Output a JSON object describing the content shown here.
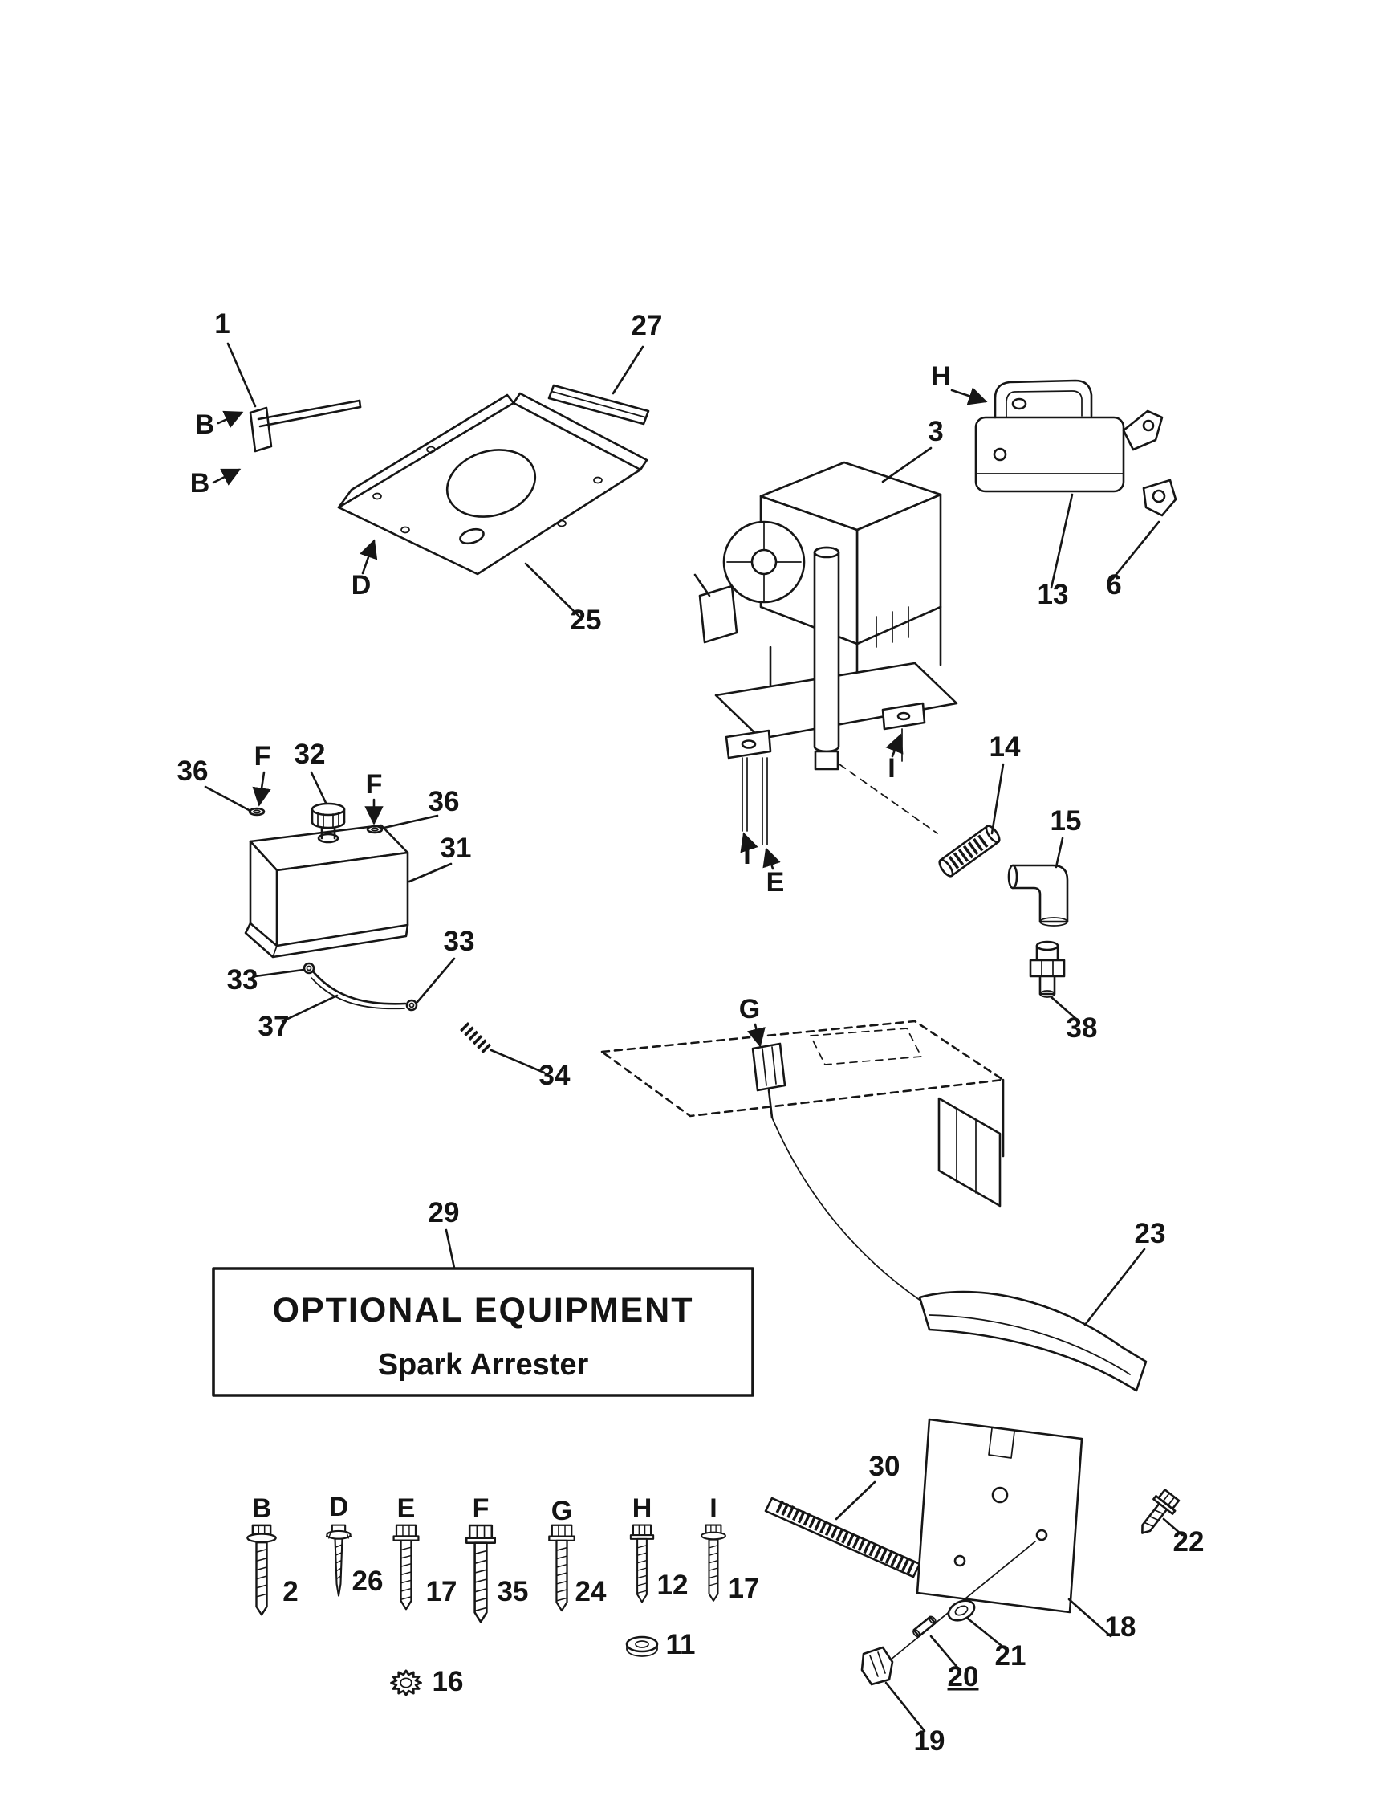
{
  "colors": {
    "ink": "#141414",
    "paper": "#ffffff"
  },
  "optional_box": {
    "title": "OPTIONAL EQUIPMENT",
    "subtitle": "Spark Arrester"
  },
  "callouts": {
    "part_1": "1",
    "part_27": "27",
    "part_3": "3",
    "part_13": "13",
    "part_6": "6",
    "part_25": "25",
    "part_14": "14",
    "part_15": "15",
    "part_38": "38",
    "part_36_left": "36",
    "part_36_right": "36",
    "part_32": "32",
    "part_31": "31",
    "part_33_left": "33",
    "part_33_right": "33",
    "part_37": "37",
    "part_34": "34",
    "part_29": "29",
    "part_23": "23",
    "part_30": "30",
    "part_22": "22",
    "part_18": "18",
    "part_21": "21",
    "part_20": "20",
    "part_19": "19",
    "part_2": "2",
    "part_26": "26",
    "part_17_a": "17",
    "part_35": "35",
    "part_24": "24",
    "part_12": "12",
    "part_17_b": "17",
    "part_16": "16",
    "part_11": "11"
  },
  "fastener_refs": {
    "b_upper": "B",
    "b_lower": "B",
    "d_plate": "D",
    "h_muffler": "H",
    "i_engine_right": "I",
    "i_engine_left": "I",
    "e_engine": "E",
    "f_tank_left": "F",
    "f_tank_right": "F",
    "g_chassis": "G",
    "legend_b": "B",
    "legend_d": "D",
    "legend_e": "E",
    "legend_f": "F",
    "legend_g": "G",
    "legend_h": "H",
    "legend_i": "I"
  }
}
